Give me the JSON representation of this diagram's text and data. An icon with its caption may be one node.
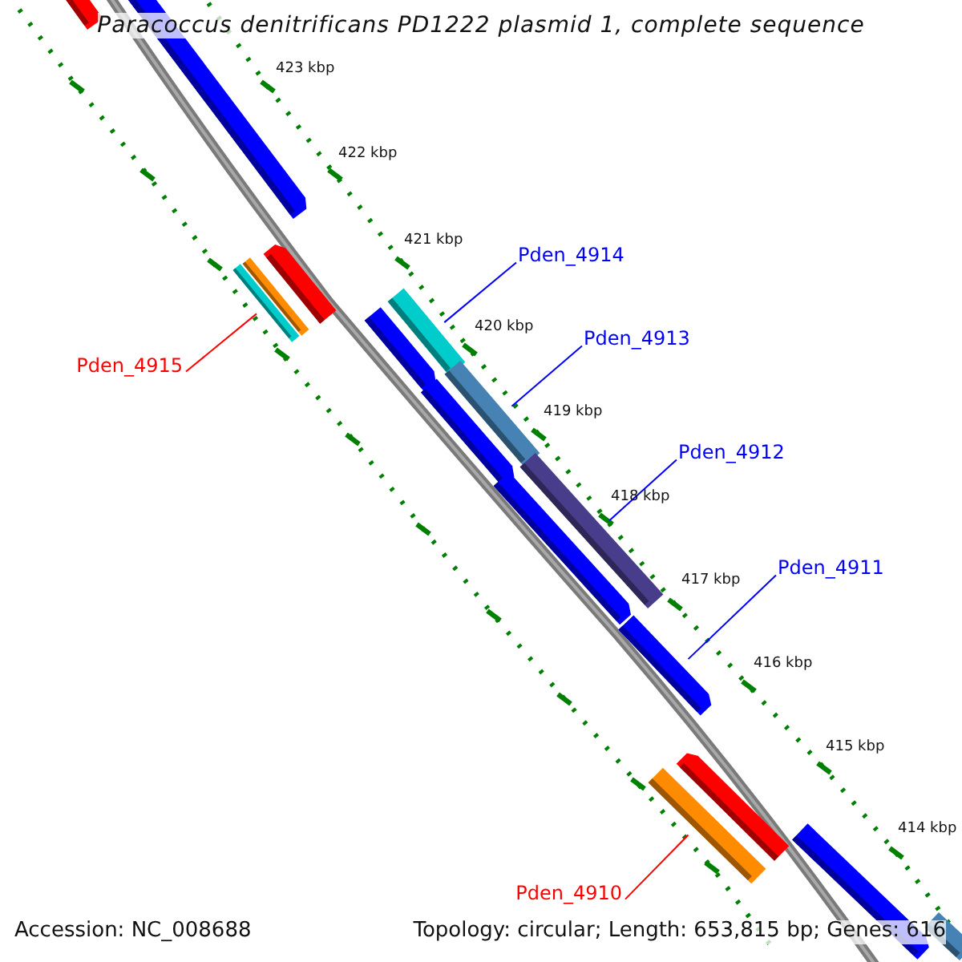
{
  "diagram": {
    "title": "Paracoccus denitrificans PD1222 plasmid 1, complete sequence",
    "nodes": [
      {
        "text": [
          "Pden_4915"
        ]
      },
      {
        "text": [
          "Pden_4914"
        ]
      },
      {
        "text": [
          "Pden_4913"
        ]
      },
      {
        "text": [
          "Pden_4912"
        ]
      },
      {
        "text": [
          "Pden_4911"
        ]
      },
      {
        "text": [
          "Pden_4910"
        ]
      },
      {
        "text": [],
        "shape": "bar"
      },
      {
        "text": [],
        "shape": "bar"
      },
      {
        "text": [],
        "shape": "bar"
      },
      {
        "text": [],
        "shape": "bar"
      },
      {
        "text": [],
        "shape": "bar"
      },
      {
        "text": [],
        "shape": "bar"
      }
    ],
    "edges": [
      {
        "from": 0,
        "to": 6,
        "arrow": "none",
        "color": "#ff0000"
      },
      {
        "from": 1,
        "to": 7,
        "arrow": "none"
      },
      {
        "from": 2,
        "to": 8,
        "arrow": "none"
      },
      {
        "from": 3,
        "to": 9,
        "arrow": "none"
      },
      {
        "from": 4,
        "to": 10,
        "arrow": "none"
      },
      {
        "from": 5,
        "to": 11,
        "arrow": "none",
        "color": "#ff0000"
      }
    ],
    "labels": [
      "423 kbp",
      "422 kbp",
      "421 kbp",
      "420 kbp",
      "419 kbp",
      "418 kbp",
      "417 kbp",
      "416 kbp",
      "415 kbp",
      "414 kbp",
      "Accession: NC_008688",
      "Topology: circular; Length: 653,815 bp; Genes: 616"
    ]
  }
}
